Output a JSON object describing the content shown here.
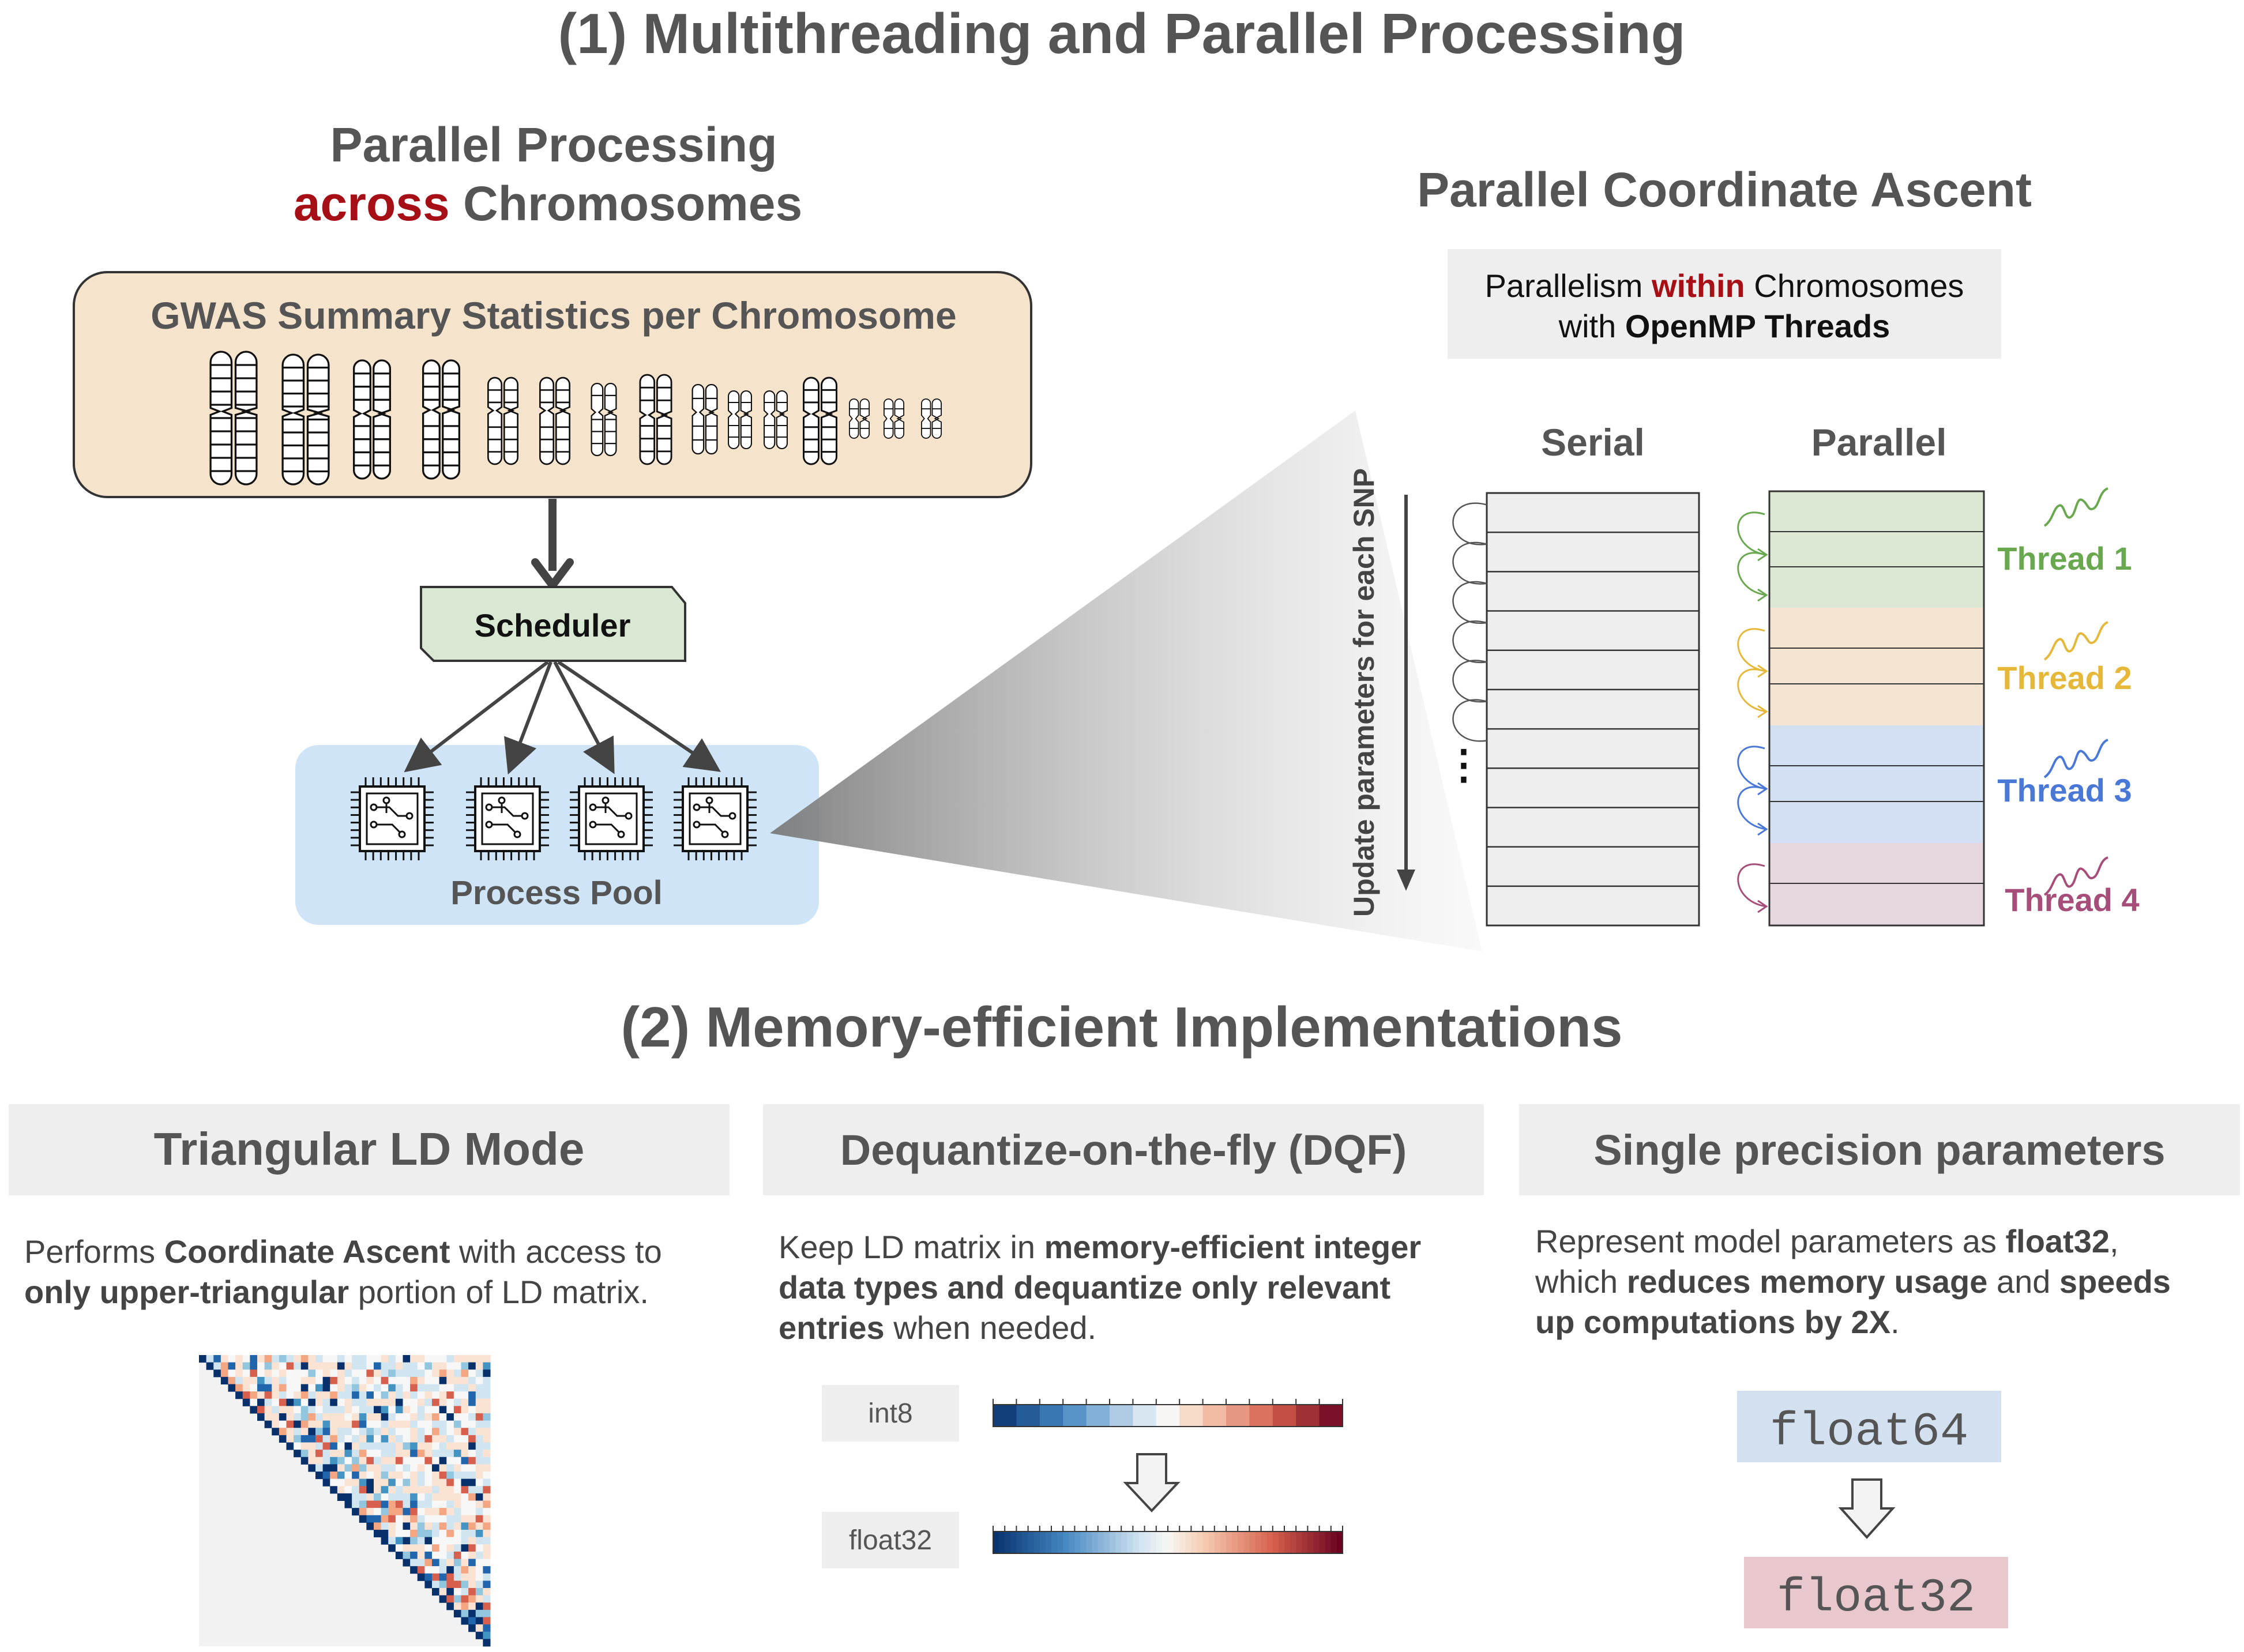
{
  "section1": {
    "title": "(1) Multithreading and Parallel Processing"
  },
  "left_panel": {
    "title_line1": "Parallel Processing",
    "title_highlight": "across",
    "title_rest": " Chromosomes",
    "gwas_box_title": "GWAS Summary Statistics per Chromosome",
    "scheduler_label": "Scheduler",
    "process_pool_label": "Process Pool"
  },
  "right_panel": {
    "title": "Parallel Coordinate Ascent",
    "info_prefix": "Parallelism ",
    "info_highlight": "within",
    "info_suffix": " Chromosomes",
    "info_line2_prefix": "with ",
    "info_line2_bold": "OpenMP Threads",
    "serial_label": "Serial",
    "parallel_label": "Parallel",
    "vertical_axis_label": "Update parameters for each SNP",
    "ellipsis": "⋮",
    "threads": [
      {
        "label": "Thread 1",
        "color": "#6aa84f",
        "fill": "#dde8d4"
      },
      {
        "label": "Thread 2",
        "color": "#e6b83a",
        "fill": "#f5e4d2"
      },
      {
        "label": "Thread 3",
        "color": "#4a78d6",
        "fill": "#d3dff3"
      },
      {
        "label": "Thread 4",
        "color": "#a64d79",
        "fill": "#e6d6dd"
      }
    ]
  },
  "section2": {
    "title": "(2) Memory-efficient Implementations"
  },
  "col1": {
    "header": "Triangular LD Mode",
    "line1_a": "Performs ",
    "line1_b": "Coordinate Ascent",
    "line1_c": " with access to",
    "line2_a": "only upper-triangular",
    "line2_b": " portion of LD matrix."
  },
  "col2": {
    "header": "Dequantize-on-the-fly (DQF)",
    "line1_a": "Keep LD matrix in ",
    "line1_b": "memory-efficient integer",
    "line2": "data types and dequantize only relevant",
    "line3_a": "entries",
    "line3_b": " when needed.",
    "int8_label": "int8",
    "float32_label": "float32"
  },
  "col3": {
    "header": "Single precision parameters",
    "line1_a": "Represent model parameters as ",
    "line1_b": "float32",
    "line1_c": ",",
    "line2_a": "which ",
    "line2_b": "reduces memory usage",
    "line2_c": " and ",
    "line2_d": "speeds",
    "line3_a": "up computations by 2X",
    "line3_b": ".",
    "from_type": "float64",
    "to_type": "float32"
  },
  "colors": {
    "gwas_box": "#f5e3cc",
    "scheduler": "#d9e8d2",
    "process_pool": "#cfe5f7",
    "header_gray": "#eeeeee",
    "float64_box": "#d3e0f0",
    "float32_box": "#e8c8cc"
  }
}
